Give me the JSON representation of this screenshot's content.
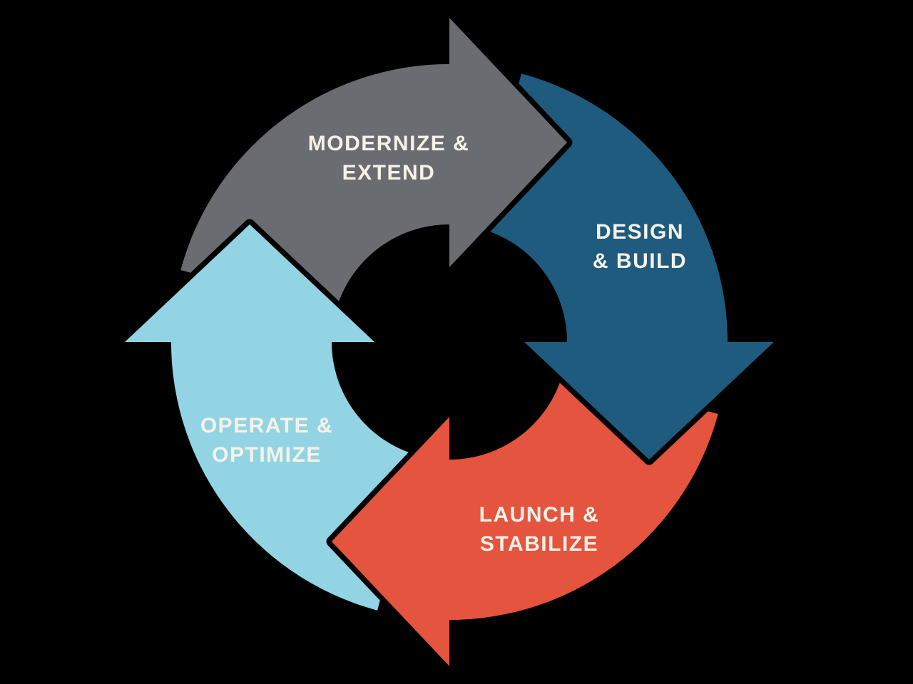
{
  "diagram": {
    "name": "four-phase-cycle",
    "background": "#000000",
    "text_color": "#f7f2e8",
    "steps": [
      {
        "id": "modernize-extend",
        "line1": "MODERNIZE &",
        "line2": "EXTEND",
        "color": "#6b6c71"
      },
      {
        "id": "design-build",
        "line1": "DESIGN",
        "line2": "& BUILD",
        "color": "#1e5b7e"
      },
      {
        "id": "launch-stabilize",
        "line1": "LAUNCH &",
        "line2": "STABILIZE",
        "color": "#e5543e"
      },
      {
        "id": "operate-optimize",
        "line1": "OPERATE &",
        "line2": "OPTIMIZE",
        "color": "#93d4e4"
      }
    ]
  }
}
